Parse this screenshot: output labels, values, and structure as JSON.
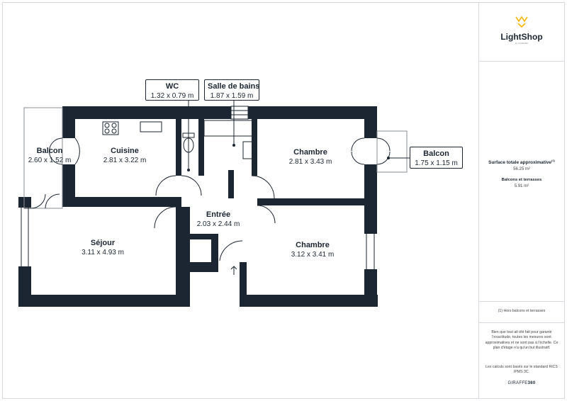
{
  "rooms": [
    {
      "id": "balcon-1",
      "name": "Balcon",
      "dims": "2.60 x 1.52 m"
    },
    {
      "id": "cuisine",
      "name": "Cuisine",
      "dims": "2.81 x 3.22 m"
    },
    {
      "id": "chambre-1",
      "name": "Chambre",
      "dims": "2.81 x 3.43 m"
    },
    {
      "id": "entree",
      "name": "Entrée",
      "dims": "2.03 x 2.44 m"
    },
    {
      "id": "sejour",
      "name": "Séjour",
      "dims": "3.11 x 4.93 m"
    },
    {
      "id": "chambre-2",
      "name": "Chambre",
      "dims": "3.12 x 3.41 m"
    }
  ],
  "callouts": [
    {
      "id": "wc",
      "name": "WC",
      "dims": "1.32 x 0.79 m"
    },
    {
      "id": "salle-de-bains",
      "name": "Salle de bains",
      "dims": "1.87 x 1.59 m"
    },
    {
      "id": "balcon-2",
      "name": "Balcon",
      "dims": "1.75 x 1.15 m"
    }
  ],
  "sidebar": {
    "logo_name": "LightShop",
    "logo_tagline": "by Giraffe360",
    "surface_title": "Surface totale approximative",
    "surface_footnote": "(1)",
    "surface_value": "56.25 m²",
    "balcony_title": "Balcons et terrasses",
    "balcony_value": "5.91 m²",
    "footnote": "(1) Hors balcons et terrasses",
    "disclaimer": "Bien que tout ait été fait pour garantir l'exactitude, toutes les mesures sont approximatives et ne sont pas à l'échelle. Ce plan d'étage n'a qu'un but illustratif.",
    "standard": "Les calculs sont basés sur le standard RICS IPMS 3C.",
    "brand_light": "GIRAFFE",
    "brand_bold": "360"
  },
  "colors": {
    "wall": "#1c2633",
    "logo_accent": "#f2b705",
    "border": "#d6d9dd"
  }
}
